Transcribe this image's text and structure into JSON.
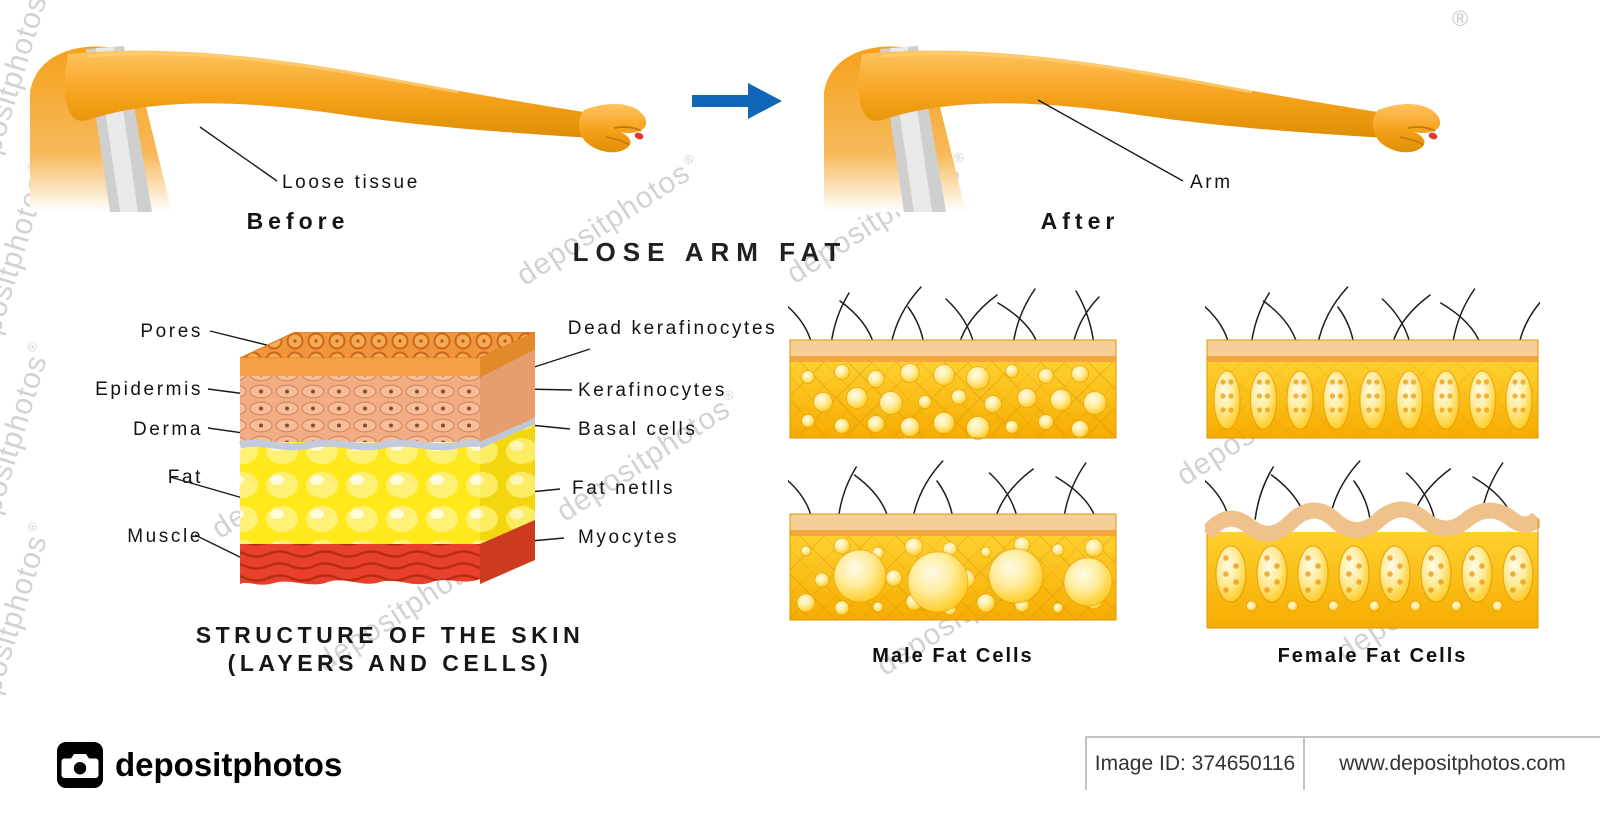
{
  "title": "LOSE ARM FAT",
  "watermark": "depositphotos",
  "watermark_reg": "®",
  "arms": {
    "before_caption": "Before",
    "before_callout": "Loose tissue",
    "after_caption": "After",
    "after_callout": "Arm"
  },
  "skin_diagram": {
    "caption_line1": "STRUCTURE OF THE SKIN",
    "caption_line2": "(LAYERS AND CELLS)",
    "left_labels": [
      "Pores",
      "Epidermis",
      "Derma",
      "Fat",
      "Muscle"
    ],
    "right_labels": [
      "Dead kerafinocytes",
      "Kerafinocytes",
      "Basal cells",
      "Fat netlls",
      "Myocytes"
    ]
  },
  "fat_panels": {
    "male_caption": "Male Fat Cells",
    "female_caption": "Female Fat Cells"
  },
  "footer": {
    "brand": "depositphotos",
    "image_id": "Image ID: 374650116",
    "website": "www.depositphotos.com"
  },
  "colors": {
    "arm_orange": "#F5A11A",
    "arrow_blue": "#1266B6",
    "skin_tan": "#F6CF98",
    "fat_yellow": "#FFD21E",
    "muscle_red": "#E8402A"
  }
}
